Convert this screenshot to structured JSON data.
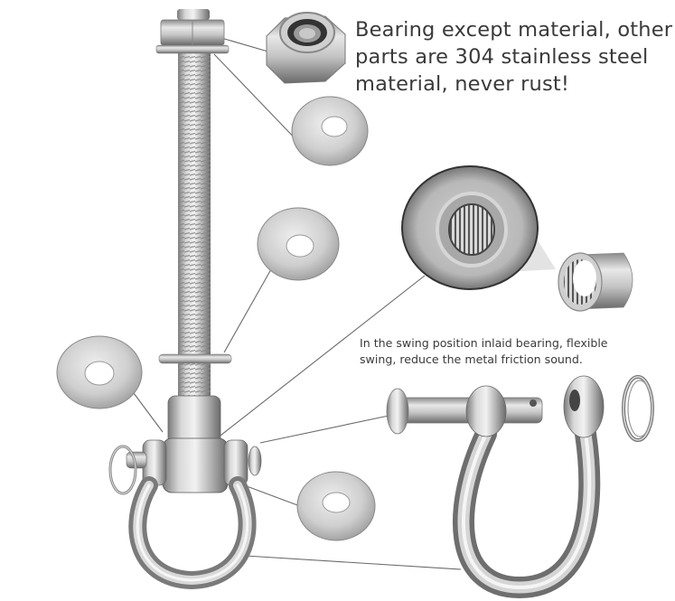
{
  "figure": {
    "type": "product exploded-view diagram",
    "subject": "Stainless steel swing hanger hook with bow shackle and bearing"
  },
  "captions": {
    "material": {
      "lines": [
        "Bearing except material, other",
        "parts are 304 stainless steel",
        "material, never rust!"
      ]
    },
    "bearing": {
      "lines": [
        "In the swing position inlaid bearing, flexible",
        "swing, reduce the metal friction sound."
      ]
    }
  },
  "parts": [
    {
      "id": "nylon-lock-nut",
      "label": "Nylon lock nut"
    },
    {
      "id": "top-washer",
      "label": "Flat washer"
    },
    {
      "id": "threaded-bolt",
      "label": "Threaded bolt"
    },
    {
      "id": "middle-washer",
      "label": "Flat washer"
    },
    {
      "id": "left-washer",
      "label": "Flat washer"
    },
    {
      "id": "lower-washer",
      "label": "Flat washer"
    },
    {
      "id": "bearing-closeup",
      "label": "Inlaid bearing close-up"
    },
    {
      "id": "needle-bearing",
      "label": "Needle roller bearing"
    },
    {
      "id": "clevis-pin",
      "label": "Clevis pin"
    },
    {
      "id": "split-ring",
      "label": "Split ring"
    },
    {
      "id": "bow-shackle",
      "label": "Bow shackle"
    },
    {
      "id": "swivel-assembly",
      "label": "Assembled swing hanger"
    }
  ],
  "colors": {
    "background": "#ffffff",
    "text": "#3a3a3a",
    "leader_line": "#6a6a6a",
    "steel_light": "#e4e4e4",
    "steel_mid": "#b5b5b5",
    "steel_dark": "#6e6e6e"
  }
}
